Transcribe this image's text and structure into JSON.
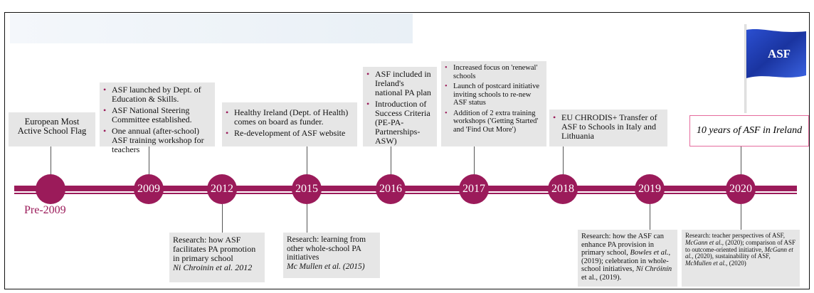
{
  "timeline": {
    "pre_label": "Pre-2009",
    "years": [
      "2009",
      "2012",
      "2015",
      "2016",
      "2017",
      "2018",
      "2019",
      "2020"
    ],
    "flag_text": "ASF",
    "highlight_text": "10 years of ASF in Ireland"
  },
  "above": {
    "pre2009": "European Most Active School Flag",
    "y2009": [
      "ASF launched by Dept. of Education & Skills.",
      "ASF National Steering Committee established.",
      "One annual (after-school) ASF training workshop for teachers"
    ],
    "y2015": [
      "Healthy Ireland (Dept. of Health) comes on board as funder.",
      "Re-development of ASF website"
    ],
    "y2016": [
      "ASF included in Ireland's national PA plan",
      "Introduction of Success Criteria (PE-PA-Partnerships-ASW)"
    ],
    "y2017": [
      "Increased focus on 'renewal' schools",
      "Launch of postcard initiative inviting schools to re-new ASF status",
      "Addition of 2 extra training workshops ('Getting Started' and 'Find Out More')"
    ],
    "y2018": [
      "EU CHRODIS+ Transfer of ASF to Schools in Italy and Lithuania"
    ]
  },
  "below": {
    "y2012": {
      "text": "Research:  how ASF facilitates PA promotion in primary school",
      "citation": "Ni Chroinin et al. 2012"
    },
    "y2015": {
      "text": "Research:  learning from other whole-school PA initiatives",
      "citation": "Mc Mullen et al. (2015)"
    },
    "y2019": {
      "t1": "Research: how the ASF can enhance PA provision in primary school, ",
      "c1": "Bowles et al.",
      "t2": ", (2019); celebration in whole-school initiatives, ",
      "c2": "Ní Chróinín",
      "t3": " et al., (2019)."
    },
    "y2020": {
      "t1": "Research: teacher perspectives of ASF, ",
      "c1": "McGann et al.",
      "t2": ", (2020); comparison of ASF to outcome-oriented initiative, ",
      "c2": "McGann et al.",
      "t3": ", (2020), sustainability of ASF, ",
      "c3": "McMullen et al.",
      "t4": ", (2020)"
    }
  },
  "colors": {
    "timeline": "#9b1b5a",
    "box": "#e6e6e6",
    "highlight_border": "#e56b9d",
    "flag": "#1f3fb4"
  }
}
